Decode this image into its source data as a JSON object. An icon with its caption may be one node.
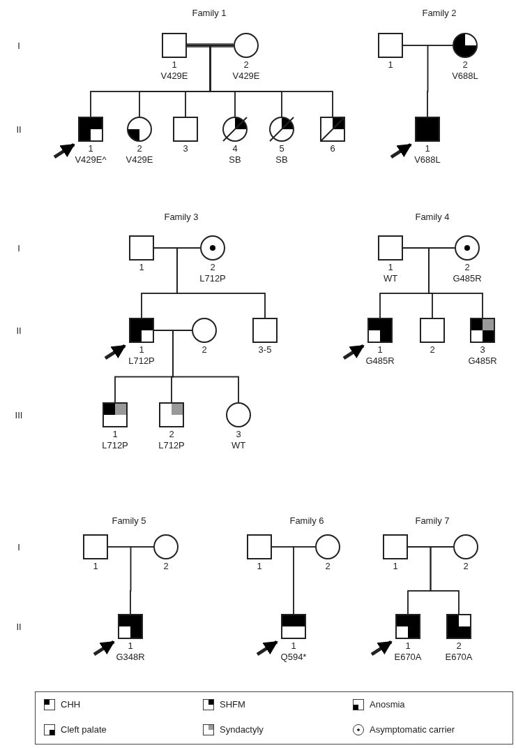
{
  "diagram": {
    "nodes": [
      {
        "text": [
          "1"
        ],
        "beside": [
          "V429E"
        ]
      },
      {
        "text": [
          "2"
        ],
        "beside": [
          "V429E"
        ]
      },
      {
        "text": [
          "1"
        ]
      },
      {
        "text": [
          "2"
        ],
        "beside": [
          "V688L"
        ]
      },
      {
        "text": [
          "1"
        ],
        "beside": [
          "V429E^"
        ]
      },
      {
        "text": [
          "2"
        ],
        "beside": [
          "V429E"
        ]
      },
      {
        "text": [
          "3"
        ]
      },
      {
        "text": [
          "4"
        ],
        "beside": [
          "SB"
        ]
      },
      {
        "text": [
          "5"
        ],
        "beside": [
          "SB"
        ]
      },
      {
        "text": [
          "6"
        ]
      },
      {
        "text": [
          "1"
        ],
        "beside": [
          "V688L"
        ]
      },
      {
        "text": [
          "1"
        ]
      },
      {
        "text": [
          "2"
        ],
        "beside": [
          "L712P"
        ]
      },
      {
        "text": [
          "1"
        ],
        "beside": [
          "WT"
        ]
      },
      {
        "text": [
          "2"
        ],
        "beside": [
          "G485R"
        ]
      },
      {
        "text": [
          "1"
        ],
        "beside": [
          "L712P"
        ]
      },
      {
        "text": [
          "2"
        ]
      },
      {
        "text": [
          "3-5"
        ]
      },
      {
        "text": [
          "1"
        ],
        "beside": [
          "G485R"
        ]
      },
      {
        "text": [
          "2"
        ]
      },
      {
        "text": [
          "3"
        ],
        "beside": [
          "G485R"
        ]
      },
      {
        "text": [
          "1"
        ],
        "beside": [
          "L712P"
        ]
      },
      {
        "text": [
          "2"
        ],
        "beside": [
          "L712P"
        ]
      },
      {
        "text": [
          "3"
        ],
        "beside": [
          "WT"
        ]
      },
      {
        "text": [
          "1"
        ]
      },
      {
        "text": [
          "2"
        ]
      },
      {
        "text": [
          "1"
        ]
      },
      {
        "text": [
          "2"
        ]
      },
      {
        "text": [
          "1"
        ]
      },
      {
        "text": [
          "2"
        ]
      },
      {
        "text": [
          "1"
        ],
        "beside": [
          "G348R"
        ]
      },
      {
        "text": [
          "1"
        ],
        "beside": [
          "Q594*"
        ]
      },
      {
        "text": [
          "1"
        ],
        "beside": [
          "E670A"
        ]
      },
      {
        "text": [
          "2"
        ],
        "beside": [
          "E670A"
        ]
      }
    ],
    "edges": [
      {
        "from": 0,
        "to": 1,
        "arrow": "none"
      },
      {
        "from": 2,
        "to": 3,
        "arrow": "none"
      },
      {
        "from": 0,
        "to": 4,
        "arrow": "none"
      },
      {
        "from": 0,
        "to": 5,
        "arrow": "none"
      },
      {
        "from": 0,
        "to": 6,
        "arrow": "none"
      },
      {
        "from": 0,
        "to": 7,
        "arrow": "none"
      },
      {
        "from": 0,
        "to": 8,
        "arrow": "none"
      },
      {
        "from": 0,
        "to": 9,
        "arrow": "none"
      },
      {
        "from": 1,
        "to": 4,
        "arrow": "none"
      },
      {
        "from": 1,
        "to": 5,
        "arrow": "none"
      },
      {
        "from": 1,
        "to": 6,
        "arrow": "none"
      },
      {
        "from": 1,
        "to": 7,
        "arrow": "none"
      },
      {
        "from": 1,
        "to": 8,
        "arrow": "none"
      },
      {
        "from": 1,
        "to": 9,
        "arrow": "none"
      },
      {
        "from": 2,
        "to": 10,
        "arrow": "none"
      },
      {
        "from": 3,
        "to": 10,
        "arrow": "none"
      },
      {
        "from": 11,
        "to": 12,
        "arrow": "none"
      },
      {
        "from": 11,
        "to": 15,
        "arrow": "none"
      },
      {
        "from": 11,
        "to": 17,
        "arrow": "none"
      },
      {
        "from": 12,
        "to": 15,
        "arrow": "none"
      },
      {
        "from": 12,
        "to": 17,
        "arrow": "none"
      },
      {
        "from": 13,
        "to": 14,
        "arrow": "none"
      },
      {
        "from": 13,
        "to": 18,
        "arrow": "none"
      },
      {
        "from": 13,
        "to": 19,
        "arrow": "none"
      },
      {
        "from": 13,
        "to": 20,
        "arrow": "none"
      },
      {
        "from": 14,
        "to": 18,
        "arrow": "none"
      },
      {
        "from": 14,
        "to": 19,
        "arrow": "none"
      },
      {
        "from": 14,
        "to": 20,
        "arrow": "none"
      },
      {
        "from": 15,
        "to": 16,
        "arrow": "none"
      },
      {
        "from": 15,
        "to": 21,
        "arrow": "none"
      },
      {
        "from": 15,
        "to": 22,
        "arrow": "none"
      },
      {
        "from": 15,
        "to": 23,
        "arrow": "none"
      },
      {
        "from": 16,
        "to": 21,
        "arrow": "none"
      },
      {
        "from": 16,
        "to": 22,
        "arrow": "none"
      },
      {
        "from": 16,
        "to": 23,
        "arrow": "none"
      },
      {
        "from": 24,
        "to": 25,
        "arrow": "none"
      },
      {
        "from": 24,
        "to": 30,
        "arrow": "none"
      },
      {
        "from": 25,
        "to": 30,
        "arrow": "none"
      },
      {
        "from": 26,
        "to": 27,
        "arrow": "none"
      },
      {
        "from": 26,
        "to": 31,
        "arrow": "none"
      },
      {
        "from": 27,
        "to": 31,
        "arrow": "none"
      },
      {
        "from": 28,
        "to": 29,
        "arrow": "none"
      },
      {
        "from": 28,
        "to": 32,
        "arrow": "none"
      },
      {
        "from": 28,
        "to": 33,
        "arrow": "none"
      },
      {
        "from": 29,
        "to": 32,
        "arrow": "none"
      },
      {
        "from": 29,
        "to": 33,
        "arrow": "none"
      },
      {
        "from": null,
        "to": 4,
        "arrow": "to",
        "style": "thick"
      },
      {
        "from": null,
        "to": 10,
        "arrow": "to",
        "style": "thick"
      },
      {
        "from": null,
        "to": 15,
        "arrow": "to",
        "style": "thick"
      },
      {
        "from": null,
        "to": 18,
        "arrow": "to",
        "style": "thick"
      },
      {
        "from": null,
        "to": 30,
        "arrow": "to",
        "style": "thick"
      },
      {
        "from": null,
        "to": 31,
        "arrow": "to",
        "style": "thick"
      },
      {
        "from": null,
        "to": 32,
        "arrow": "to",
        "style": "thick"
      }
    ],
    "labels": [
      "Family 1",
      "Family 2",
      "I",
      "II",
      "Family 3",
      "Family 4",
      "I",
      "II",
      "III",
      "Family 5",
      "Family 6",
      "Family 7",
      "I",
      "II"
    ],
    "legend": [
      {
        "text": "CHH"
      },
      {
        "text": "SHFM"
      },
      {
        "text": "Anosmia"
      },
      {
        "text": "Cleft palate"
      },
      {
        "text": "Syndactyly"
      },
      {
        "text": "Asymptomatic carrier"
      }
    ]
  }
}
